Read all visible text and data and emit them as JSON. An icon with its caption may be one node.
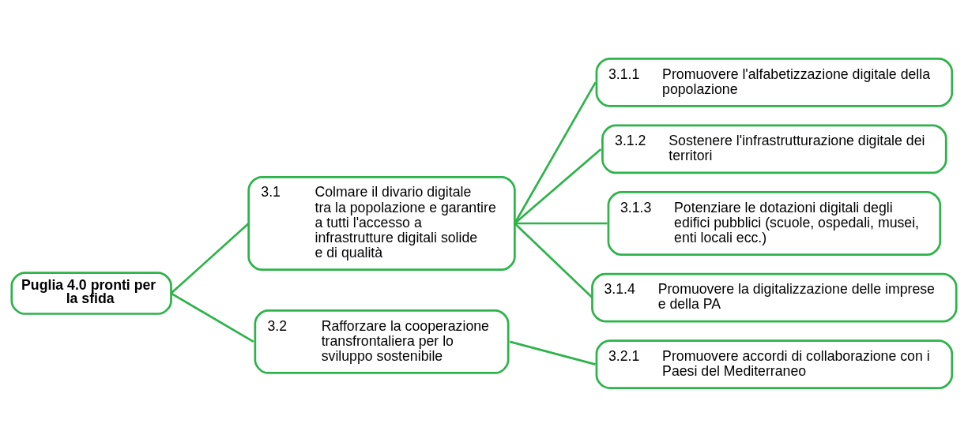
{
  "diagram": {
    "nodes": [
      {
        "text": [
          "Puglia 4.0 pronti per la sfida"
        ]
      },
      {
        "text": [
          "3.1",
          "Colmare il divario digitale tra la popolazione e garantire a tutti l'accesso a infrastrutture digitali solide e di qualità"
        ]
      },
      {
        "text": [
          "3.1.1",
          "Promuovere l'alfabetizzazione digitale della popolazione"
        ]
      },
      {
        "text": [
          "3.1.2",
          "Sostenere l'infrastrutturazione digitale dei territori"
        ]
      },
      {
        "text": [
          "3.1.3",
          "Potenziare le dotazioni digitali degli edifici pubblici (scuole, ospedali, musei, enti locali ecc.)"
        ]
      },
      {
        "text": [
          "3.1.4",
          "Promuovere la digitalizzazione delle imprese e della PA"
        ]
      },
      {
        "text": [
          "3.2",
          "Rafforzare la cooperazione transfrontaliera per lo sviluppo sostenibile"
        ]
      },
      {
        "text": [
          "3.2.1",
          "Promuovere accordi di collaborazione con i Paesi del Mediterraneo"
        ]
      }
    ],
    "edges": [
      {
        "from": 0,
        "to": 1,
        "arrow": "none"
      },
      {
        "from": 0,
        "to": 6,
        "arrow": "none"
      },
      {
        "from": 1,
        "to": 2,
        "arrow": "none"
      },
      {
        "from": 1,
        "to": 3,
        "arrow": "none"
      },
      {
        "from": 1,
        "to": 4,
        "arrow": "none"
      },
      {
        "from": 1,
        "to": 5,
        "arrow": "none"
      },
      {
        "from": 6,
        "to": 7,
        "arrow": "none"
      }
    ]
  }
}
